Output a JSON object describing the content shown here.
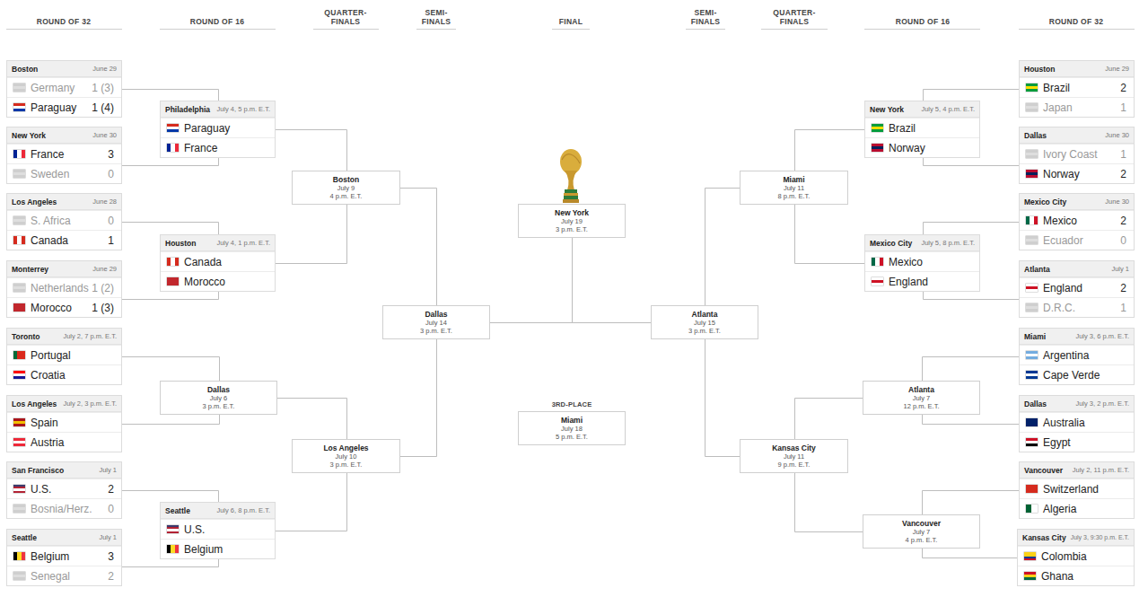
{
  "diagram": {
    "nodes": [
      {
        "text": [
          "Boston",
          "June 29",
          "Germany",
          "1 (3)",
          "Paraguay",
          "1 (4)"
        ]
      },
      {
        "text": [
          "New York",
          "June 30",
          "France",
          "3",
          "Sweden",
          "0"
        ]
      },
      {
        "text": [
          "Los Angeles",
          "June 28",
          "S. Africa",
          "0",
          "Canada",
          "1"
        ]
      },
      {
        "text": [
          "Monterrey",
          "June 29",
          "Netherlands",
          "1 (2)",
          "Morocco",
          "1 (3)"
        ]
      },
      {
        "text": [
          "Toronto",
          "July 2, 7 p.m. E.T.",
          "Portugal",
          "Croatia"
        ]
      },
      {
        "text": [
          "Los Angeles",
          "July 2, 3 p.m. E.T.",
          "Spain",
          "Austria"
        ]
      },
      {
        "text": [
          "San Francisco",
          "July 1",
          "U.S.",
          "2",
          "Bosnia/Herz.",
          "0"
        ]
      },
      {
        "text": [
          "Seattle",
          "July 1",
          "Belgium",
          "3",
          "Senegal",
          "2"
        ]
      },
      {
        "text": [
          "Philadelphia",
          "July 4, 5 p.m. E.T.",
          "Paraguay",
          "France"
        ]
      },
      {
        "text": [
          "Houston",
          "July 4, 1 p.m. E.T.",
          "Canada",
          "Morocco"
        ]
      },
      {
        "text": [
          "Dallas",
          "July 6",
          "3 p.m. E.T."
        ]
      },
      {
        "text": [
          "Seattle",
          "July 6, 8 p.m. E.T.",
          "U.S.",
          "Belgium"
        ]
      },
      {
        "text": [
          "Boston",
          "July 9",
          "4 p.m. E.T."
        ]
      },
      {
        "text": [
          "Los Angeles",
          "July 10",
          "3 p.m. E.T."
        ]
      },
      {
        "text": [
          "Dallas",
          "July 14",
          "3 p.m. E.T."
        ]
      },
      {
        "text": [
          "New York",
          "July 19",
          "3 p.m. E.T."
        ]
      },
      {
        "text": [
          "3RD-PLACE",
          "Miami",
          "July 18",
          "5 p.m. E.T."
        ]
      },
      {
        "text": [
          "Atlanta",
          "July 15",
          "3 p.m. E.T."
        ]
      },
      {
        "text": [
          "Miami",
          "July 11",
          "8 p.m. E.T."
        ]
      },
      {
        "text": [
          "Kansas City",
          "July 11",
          "9 p.m. E.T."
        ]
      },
      {
        "text": [
          "New York",
          "July 5, 4 p.m. E.T.",
          "Brazil",
          "Norway"
        ]
      },
      {
        "text": [
          "Mexico City",
          "July 5, 8 p.m. E.T.",
          "Mexico",
          "England"
        ]
      },
      {
        "text": [
          "Atlanta",
          "July 7",
          "12 p.m. E.T."
        ]
      },
      {
        "text": [
          "Vancouver",
          "July 7",
          "4 p.m. E.T."
        ]
      },
      {
        "text": [
          "Houston",
          "June 29",
          "Brazil",
          "2",
          "Japan",
          "1"
        ]
      },
      {
        "text": [
          "Dallas",
          "June 30",
          "Ivory Coast",
          "1",
          "Norway",
          "2"
        ]
      },
      {
        "text": [
          "Mexico City",
          "June 30",
          "Mexico",
          "2",
          "Ecuador",
          "0"
        ]
      },
      {
        "text": [
          "Atlanta",
          "July 1",
          "England",
          "2",
          "D.R.C.",
          "1"
        ]
      },
      {
        "text": [
          "Miami",
          "July 3, 6 p.m. E.T.",
          "Argentina",
          "Cape Verde"
        ]
      },
      {
        "text": [
          "Dallas",
          "July 3, 2 p.m. E.T.",
          "Australia",
          "Egypt"
        ]
      },
      {
        "text": [
          "Vancouver",
          "July 2, 11 p.m. E.T.",
          "Switzerland",
          "Algeria"
        ]
      },
      {
        "text": [
          "Kansas City",
          "July 3, 9:30 p.m. E.T.",
          "Colombia",
          "Ghana"
        ]
      }
    ],
    "edges": [
      {
        "from": 0,
        "to": 8,
        "arrow": "none"
      },
      {
        "from": 1,
        "to": 8,
        "arrow": "none"
      },
      {
        "from": 2,
        "to": 9,
        "arrow": "none"
      },
      {
        "from": 3,
        "to": 9,
        "arrow": "none"
      },
      {
        "from": 4,
        "to": 10,
        "arrow": "none"
      },
      {
        "from": 5,
        "to": 10,
        "arrow": "none"
      },
      {
        "from": 6,
        "to": 11,
        "arrow": "none"
      },
      {
        "from": 7,
        "to": 11,
        "arrow": "none"
      },
      {
        "from": 8,
        "to": 12,
        "arrow": "none"
      },
      {
        "from": 9,
        "to": 12,
        "arrow": "none"
      },
      {
        "from": 10,
        "to": 13,
        "arrow": "none"
      },
      {
        "from": 11,
        "to": 13,
        "arrow": "none"
      },
      {
        "from": 12,
        "to": 14,
        "arrow": "none"
      },
      {
        "from": 13,
        "to": 14,
        "arrow": "none"
      },
      {
        "from": 14,
        "to": 15,
        "arrow": "none"
      },
      {
        "from": 17,
        "to": 15,
        "arrow": "none"
      },
      {
        "from": 18,
        "to": 17,
        "arrow": "none"
      },
      {
        "from": 19,
        "to": 17,
        "arrow": "none"
      },
      {
        "from": 20,
        "to": 18,
        "arrow": "none"
      },
      {
        "from": 21,
        "to": 18,
        "arrow": "none"
      },
      {
        "from": 22,
        "to": 19,
        "arrow": "none"
      },
      {
        "from": 23,
        "to": 19,
        "arrow": "none"
      },
      {
        "from": 24,
        "to": 20,
        "arrow": "none"
      },
      {
        "from": 25,
        "to": 20,
        "arrow": "none"
      },
      {
        "from": 26,
        "to": 21,
        "arrow": "none"
      },
      {
        "from": 27,
        "to": 21,
        "arrow": "none"
      },
      {
        "from": 28,
        "to": 22,
        "arrow": "none"
      },
      {
        "from": 29,
        "to": 22,
        "arrow": "none"
      },
      {
        "from": 30,
        "to": 23,
        "arrow": "none"
      },
      {
        "from": 31,
        "to": 23,
        "arrow": "none"
      }
    ],
    "labels": [
      "ROUND OF 32",
      "ROUND OF 16",
      "QUARTER-FINALS",
      "SEMI-FINALS",
      "FINAL",
      "SEMI-FINALS",
      "QUARTER-FINALS",
      "ROUND OF 16",
      "ROUND OF 32"
    ]
  }
}
